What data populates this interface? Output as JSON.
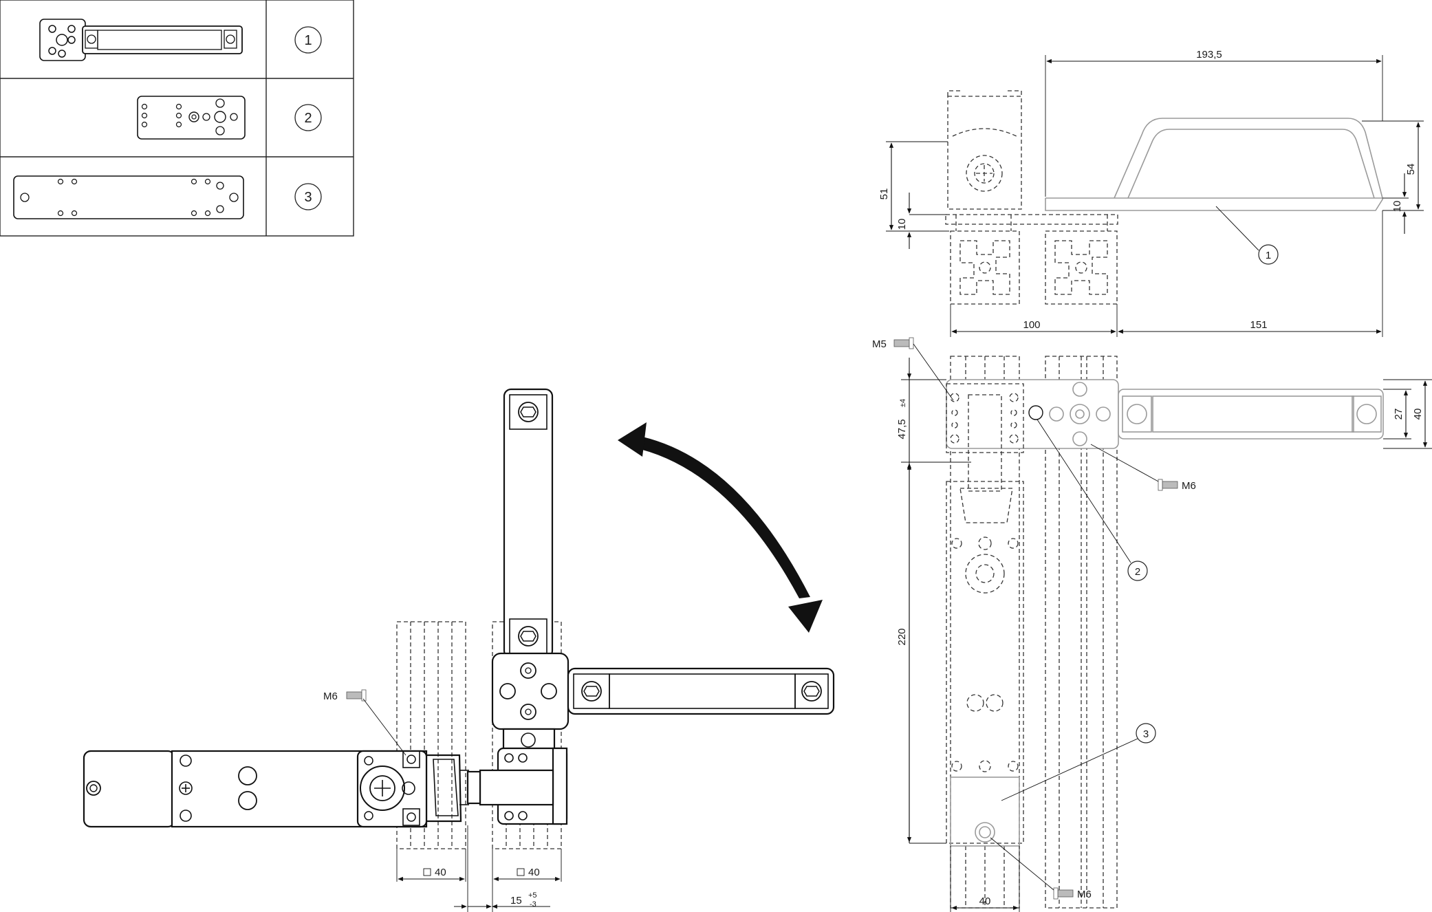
{
  "legend_table": {
    "rows": [
      {
        "number": "1"
      },
      {
        "number": "2"
      },
      {
        "number": "3"
      }
    ]
  },
  "dimensions": {
    "top_width": "193,5",
    "top_height_left": "51",
    "top_plate_left": "10",
    "top_height_right": "54",
    "top_plate_right": "10",
    "profile_width": "100",
    "handle_offset": "151",
    "offset_vertical": "47,5",
    "offset_tolerance": "±4",
    "total_length": "220",
    "handle_depth": "27",
    "handle_height": "40",
    "bottom_width": "40",
    "profile_size_left": "40",
    "profile_size_right": "40",
    "gap": "15",
    "gap_tol_upper": "+5",
    "gap_tol_lower": "-3"
  },
  "labels": {
    "screw_m5": "M5",
    "screw_m6_a": "M6",
    "screw_m6_b": "M6",
    "screw_m6_c": "M6",
    "callout_1": "1",
    "callout_2": "2",
    "callout_3": "3"
  },
  "colors": {
    "line": "#111111",
    "ghost": "#9a9a9a",
    "background": "#ffffff"
  }
}
